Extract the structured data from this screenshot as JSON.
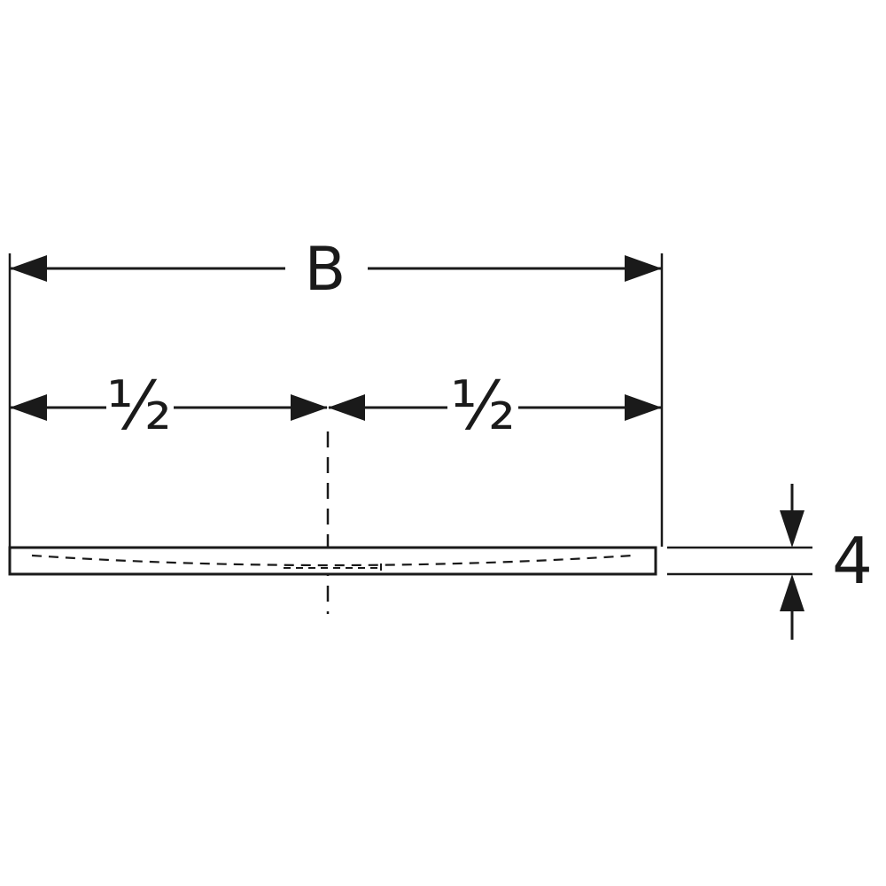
{
  "diagram": {
    "labels": {
      "total_width": "B",
      "left_half": "½",
      "right_half": "½",
      "thickness": "4"
    },
    "colors": {
      "line_color": "#1a1a1a",
      "background": "#ffffff"
    }
  }
}
